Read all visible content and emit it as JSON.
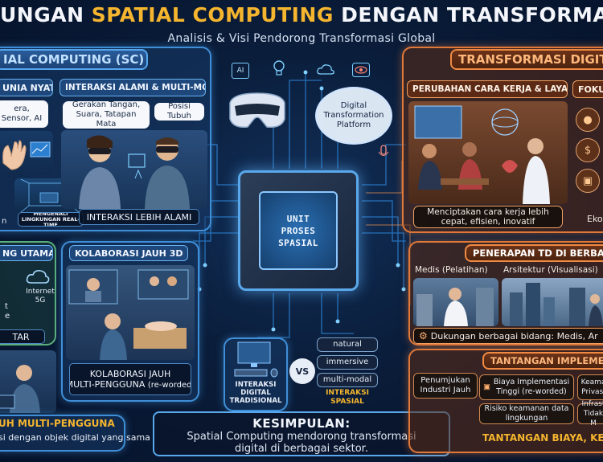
{
  "header": {
    "title_part1": "UNGAN",
    "title_part2": "SPATIAL COMPUTING",
    "title_part3": "DENGAN TRANSFORMASI DIGI",
    "subtitle": "Analisis & Visi Pendorong Transformasi Global"
  },
  "colors": {
    "accent_gold": "#f5b52e",
    "accent_blue": "#3f8fd8",
    "accent_orange": "#e0783a",
    "background": "#0a1d3a"
  },
  "left_panel": {
    "header": "IAL COMPUTING (SC)",
    "dunia_nyata": {
      "header": "UNIA NYATA",
      "bubble": "era, Sensor, AI"
    },
    "interaksi": {
      "header": "INTERAKSI ALAMI & MULTI-MODAL",
      "bubble_left": "Gerakan Tangan, Suara, Tatapan Mata",
      "bubble_right": "Posisi Tubuh",
      "footer": "INTERAKSI LEBIH ALAMI"
    },
    "mengenali": "MENGENALI LINGKUNGAN REAL-TIME",
    "left_cut": "n"
  },
  "left_lower": {
    "header": "NG UTAMA",
    "internet_label": "Internet 5G",
    "side_text_1": "t",
    "side_text_2": "e",
    "tar_label": "TAR",
    "kolaborasi": {
      "header": "KOLABORASI JAUH 3D",
      "label_line1": "KOLABORASI JAUH",
      "label_line2": "MULTI-PENGGUNA",
      "label_suffix": "(re-worded)"
    },
    "bottom_title": "UH MULTI-PENGGUNA",
    "bottom_text": "si dengan objek digital yang sama"
  },
  "center": {
    "top_icons": [
      "AI"
    ],
    "platform": "Digital Transformation Platform",
    "chip_text": "UNIT PROSES SPASIAL",
    "traditional_label": "INTERAKSI DIGITAL TRADISIONAL",
    "vs": "VS",
    "spatial_traits": [
      "natural",
      "immersive",
      "multi-modal"
    ],
    "spatial_label": "INTERAKSI SPASIAL"
  },
  "right_panel": {
    "header": "TRANSFORMASI DIGIT",
    "perubahan": {
      "header": "PERUBAHAN CARA KERJA & LAYANAN",
      "caption": "Menciptakan cara kerja lebih cepat, efisien, inovatif"
    },
    "fokus": {
      "header": "FOKUS",
      "eko": "Eko"
    }
  },
  "right_lower": {
    "header": "PENERAPAN TD DI BERBAGAI",
    "medis": "Medis (Pelatihan)",
    "arsitektur": "Arsitektur (Visualisasi)",
    "dukungan": "Dukungan berbagai bidang: Medis, Ar",
    "tantangan_header": "TANTANGAN IMPLEMEN",
    "items": [
      "Penumjukan Industri Jauh",
      "Biaya Implementasi Tinggi (re-worded)",
      "Keama Privasi",
      "Risiko keamanan data lingkungan",
      "Infrast Tidak M"
    ],
    "footer": "TANTANGAN BIAYA, KEAM"
  },
  "conclusion": {
    "title": "KESIMPULAN:",
    "line1": "Spatial Computing mendorong transformasi",
    "line2": "digital di berbagai sektor."
  }
}
